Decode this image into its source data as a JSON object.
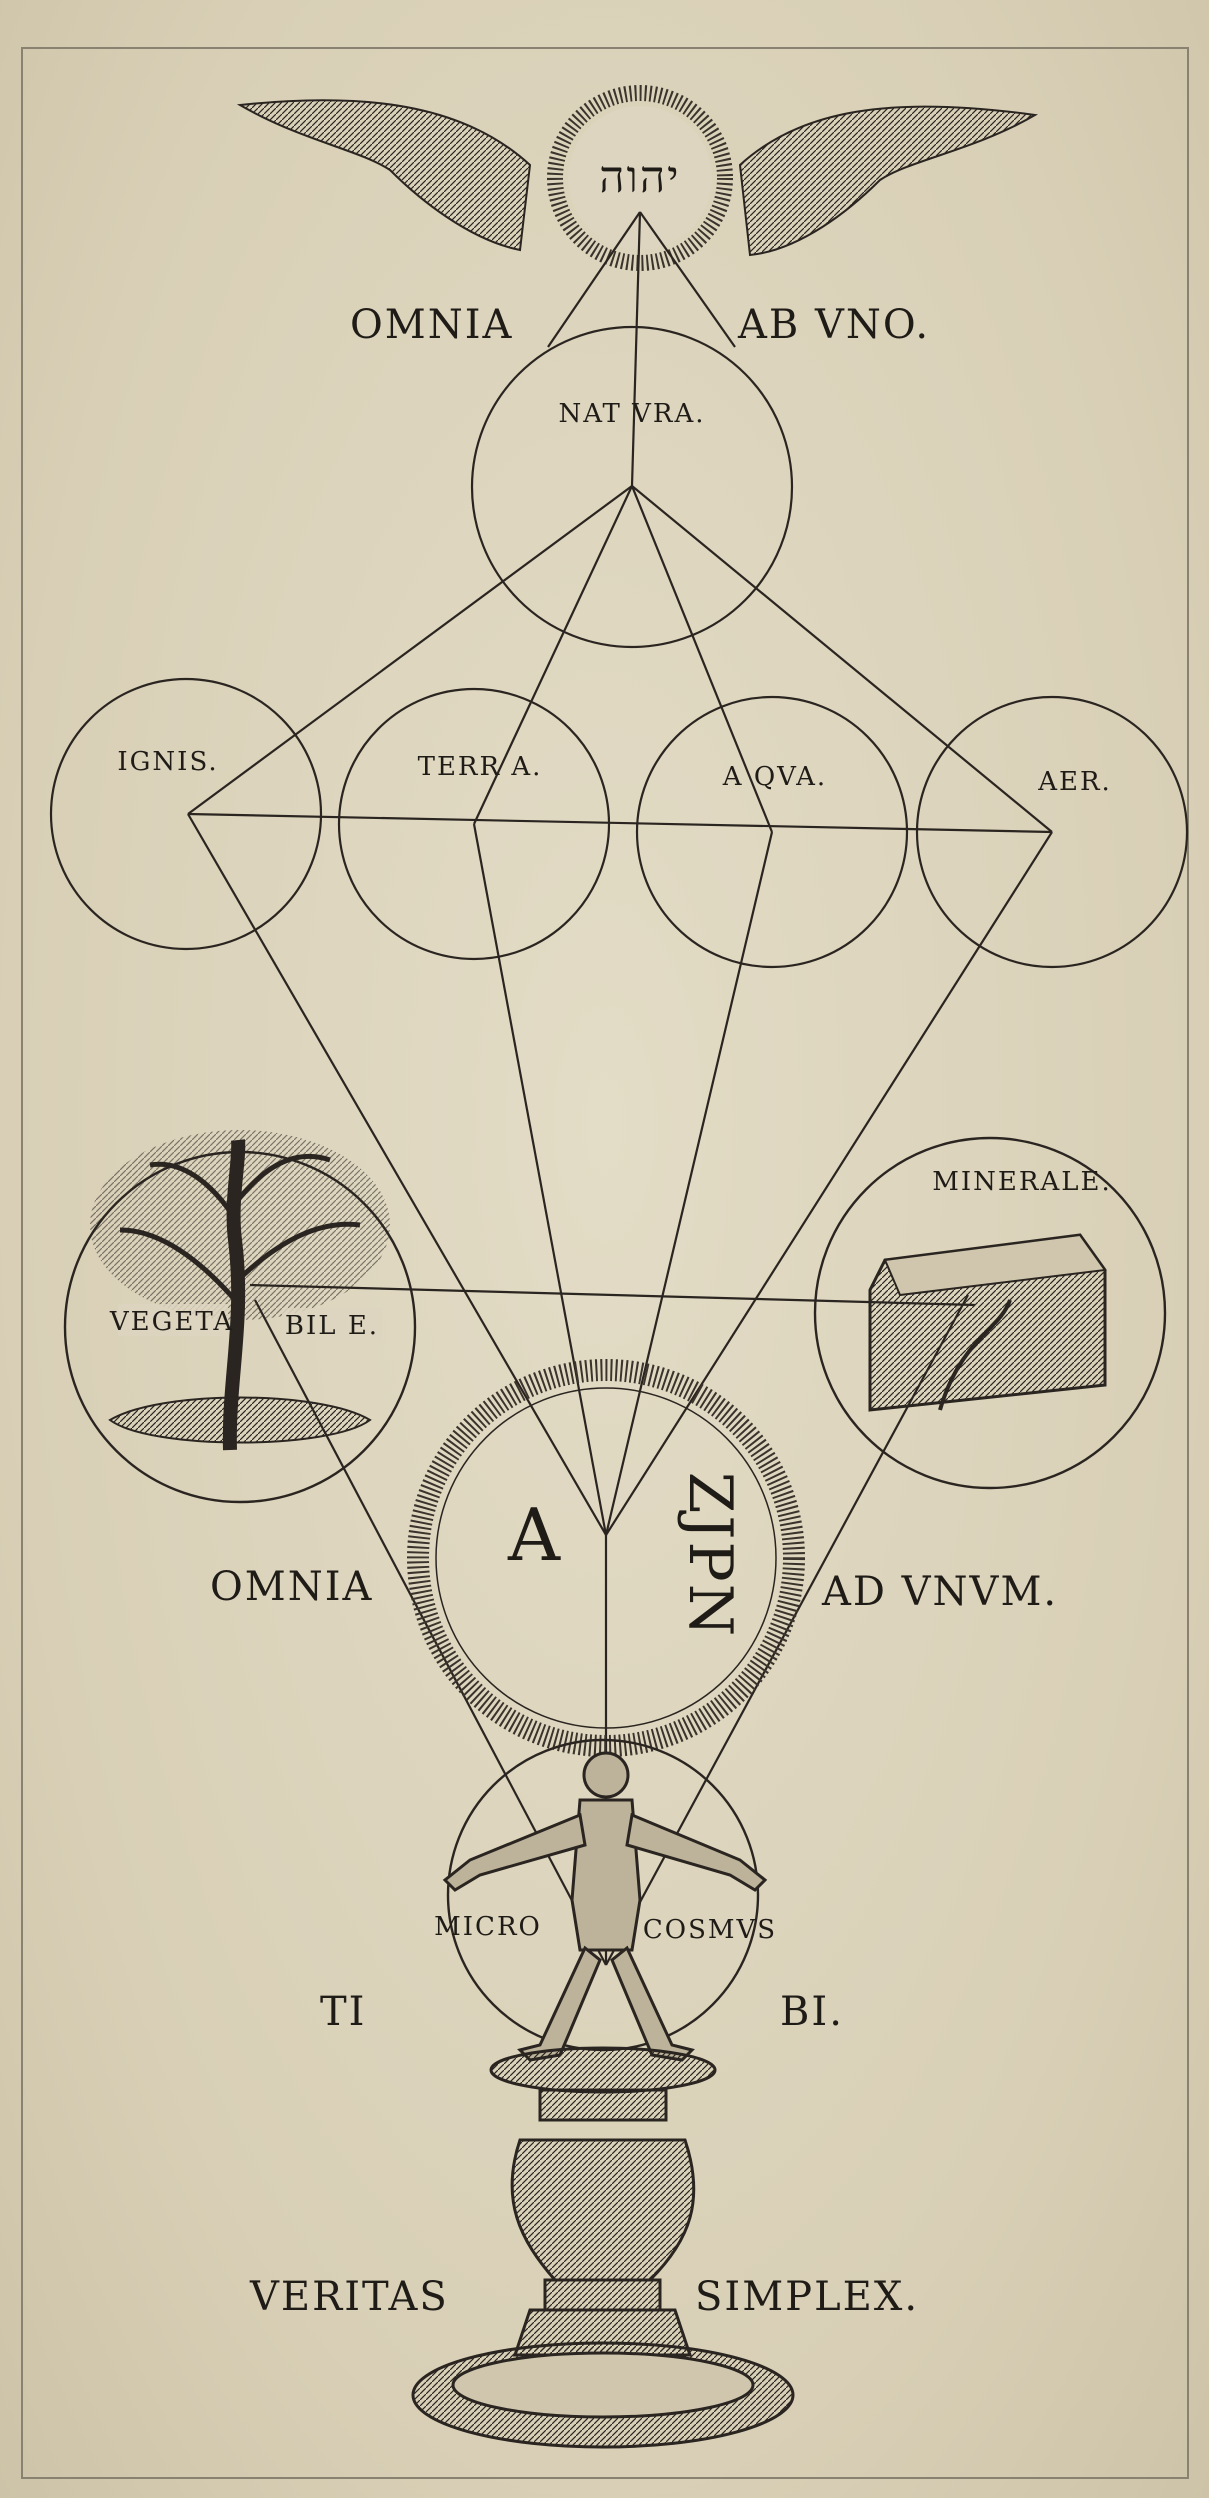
{
  "engraving": {
    "top": {
      "divine_name": "יהוה",
      "left_motto": "OMNIA",
      "right_motto": "AB VNO."
    },
    "nature": {
      "label": "NAT VRA."
    },
    "elements": [
      {
        "label": "IGNIS."
      },
      {
        "label": "TERR A."
      },
      {
        "label": "A QVA."
      },
      {
        "label": "AER."
      }
    ],
    "kingdoms": {
      "vegetable_left": "VEGETA",
      "vegetable_right": "BIL E.",
      "mineral": "MINERALE."
    },
    "center": {
      "left_letter": "A",
      "right_glyph": "ZJPN"
    },
    "middle_motto": {
      "left": "OMNIA",
      "right": "AD VNVM."
    },
    "microcosm": {
      "left": "MICRO",
      "right": "COSMVS"
    },
    "tibi": {
      "left": "TI",
      "right": "BI."
    },
    "bottom_motto": {
      "left": "VERITAS",
      "right": "SIMPLEX."
    },
    "colors": {
      "ink": "#1f1c18",
      "paper": "#ddd5bf",
      "border": "#8a8270"
    }
  }
}
